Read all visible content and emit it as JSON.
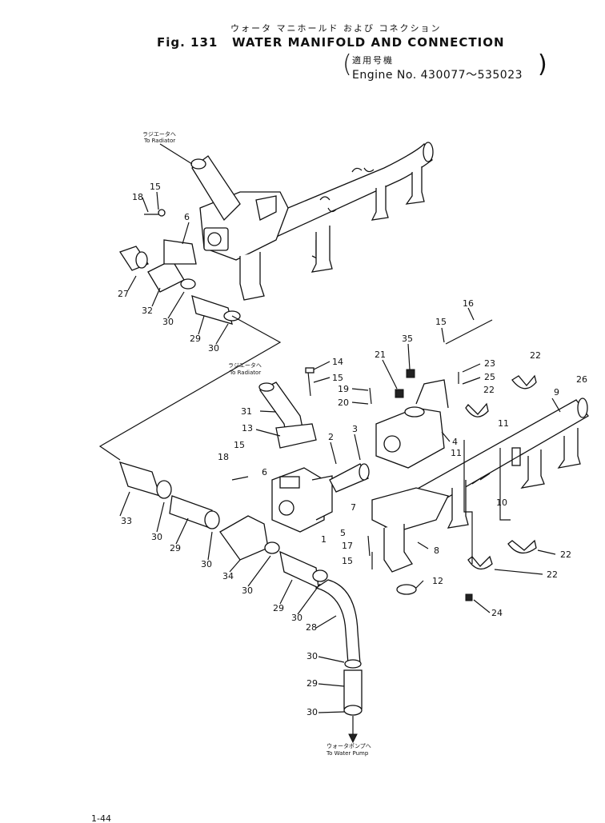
{
  "header": {
    "jp_title": "ウォータ マニホールド および コネクション",
    "fig_label": "Fig. 131",
    "title": "WATER MANIFOLD AND CONNECTION",
    "applicability_jp": "適用号機",
    "engine_no": "Engine No. 430077～535023"
  },
  "annotations": {
    "to_radiator_jp_top": "ラジエータへ",
    "to_radiator_top": "To Radiator",
    "to_radiator_jp_mid": "ラジエータへ",
    "to_radiator_mid": "To Radiator",
    "to_pump_jp": "ウォータポンプへ",
    "to_pump": "To Water Pump"
  },
  "callouts": [
    "1",
    "2",
    "3",
    "4",
    "5",
    "6",
    "7",
    "8",
    "9",
    "10",
    "11",
    "12",
    "13",
    "14",
    "15",
    "16",
    "17",
    "18",
    "19",
    "20",
    "21",
    "22",
    "23",
    "24",
    "25",
    "26",
    "27",
    "28",
    "29",
    "30",
    "31",
    "32",
    "33",
    "34",
    "35"
  ],
  "footer": {
    "page": "1-44"
  }
}
